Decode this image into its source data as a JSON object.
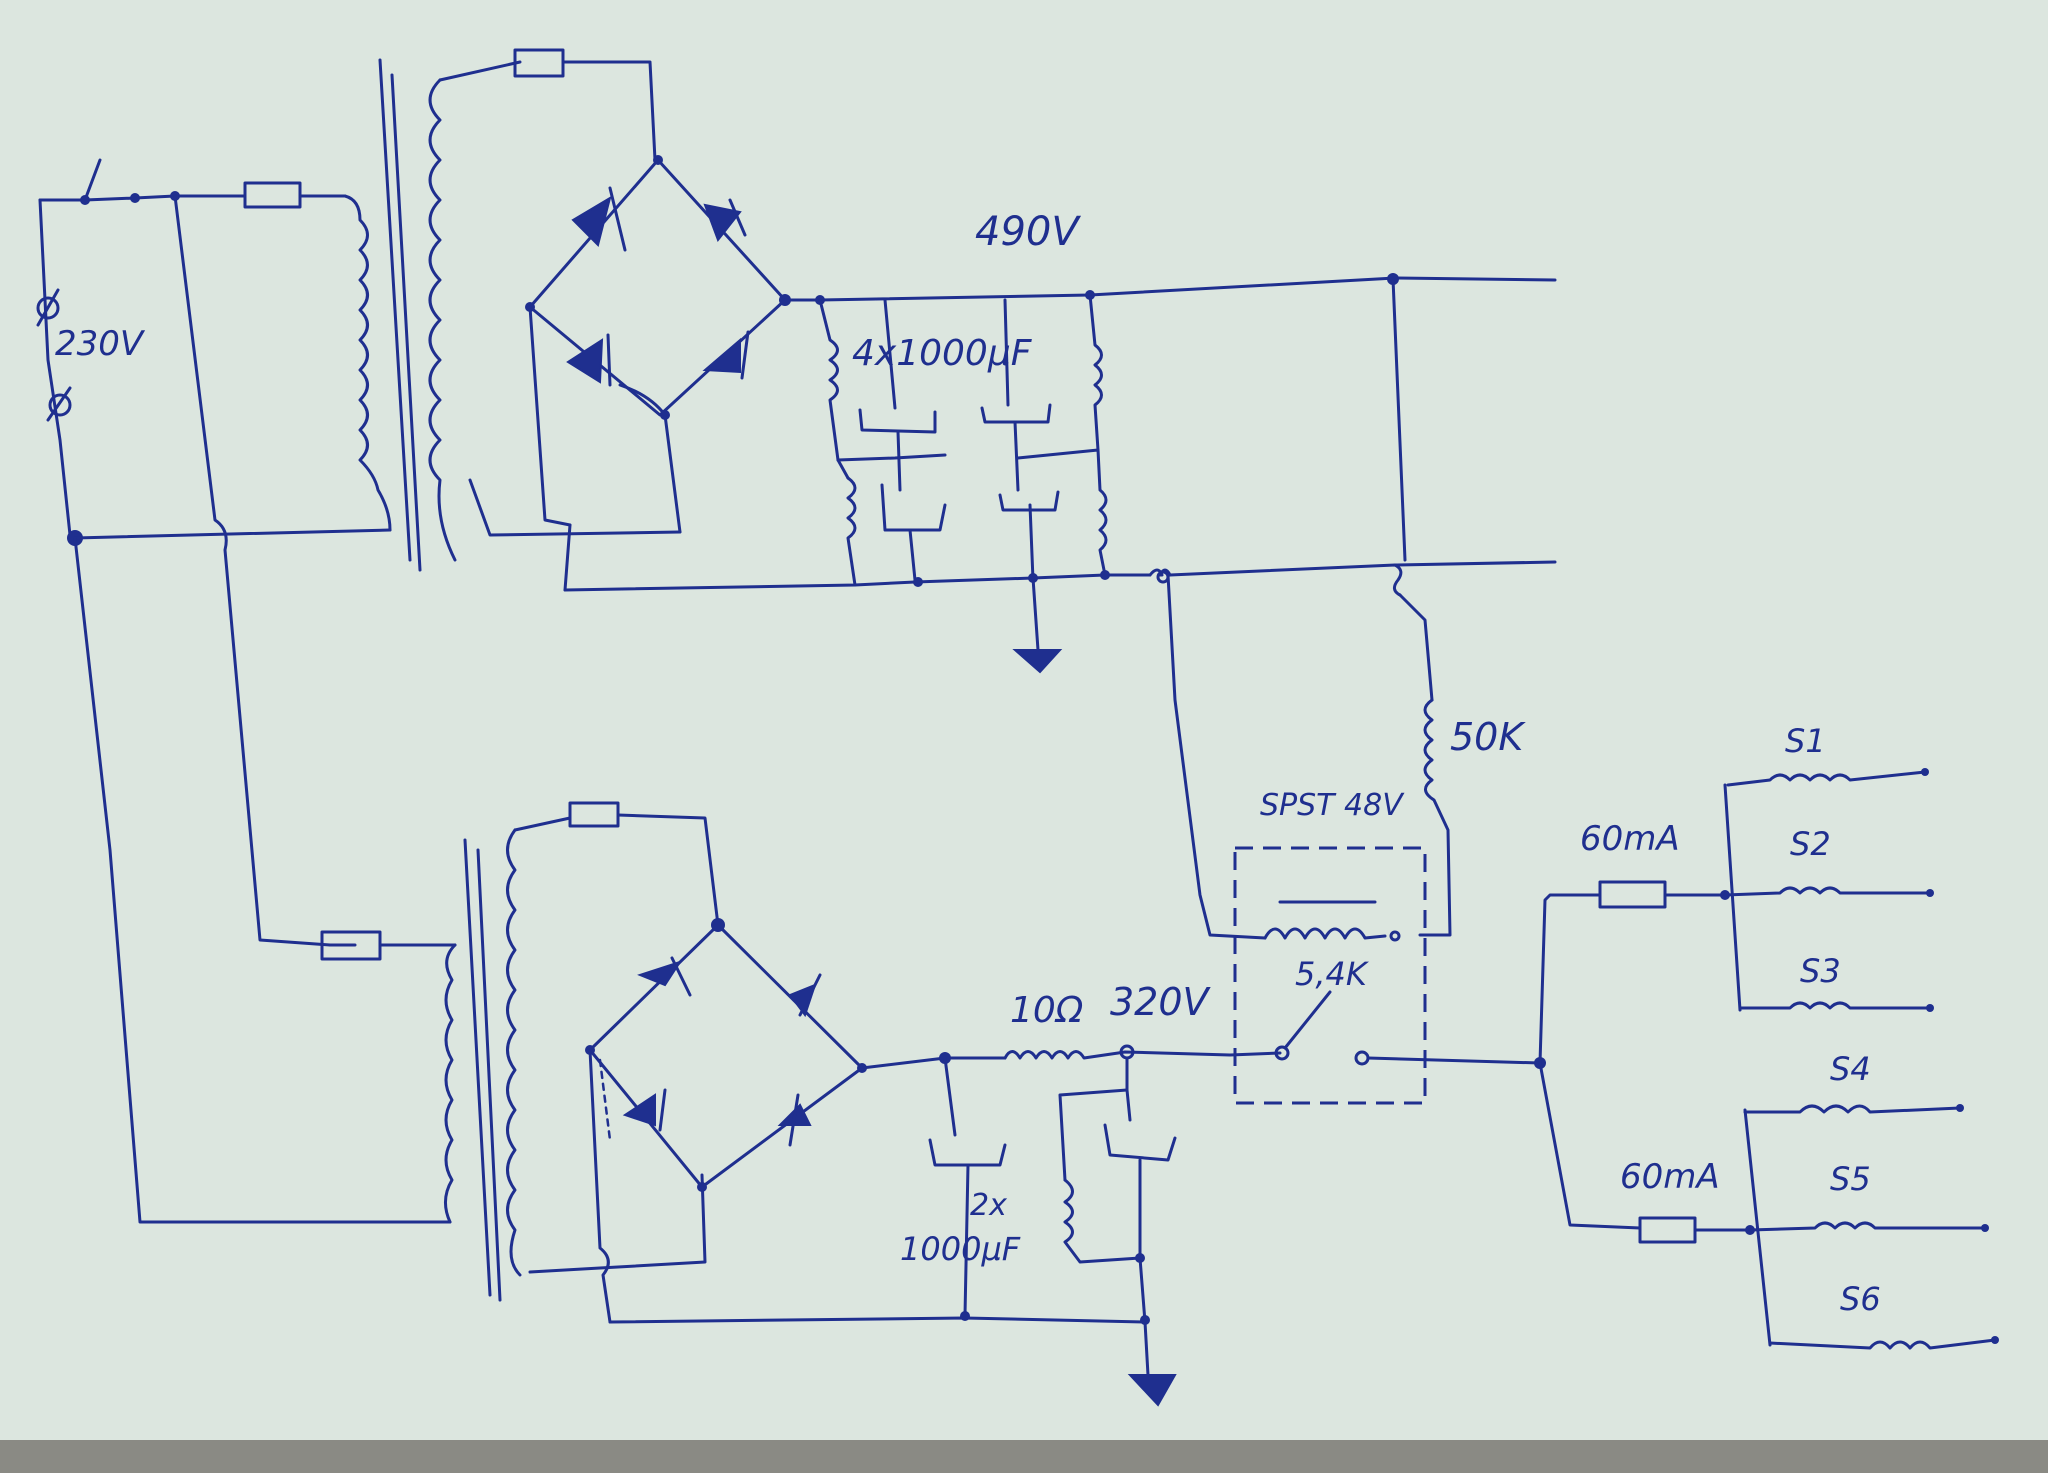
{
  "labels": {
    "mains": "230V",
    "hv_voltage": "490V",
    "hv_caps": "4x1000µF",
    "resistor_50k": "50K",
    "relay": "SPST 48V",
    "relay_coil": "5,4K",
    "resistor_10": "10Ω",
    "lv_voltage": "320V",
    "lv_caps_a": "2x",
    "lv_caps_b": "1000µF",
    "fuse_a": "60mA",
    "fuse_b": "60mA",
    "s1": "S1",
    "s2": "S2",
    "s3": "S3",
    "s4": "S4",
    "s5": "S5",
    "s6": "S6"
  },
  "colors": {
    "ink": "#1f2f8f",
    "paper": "#d9e3dc"
  }
}
